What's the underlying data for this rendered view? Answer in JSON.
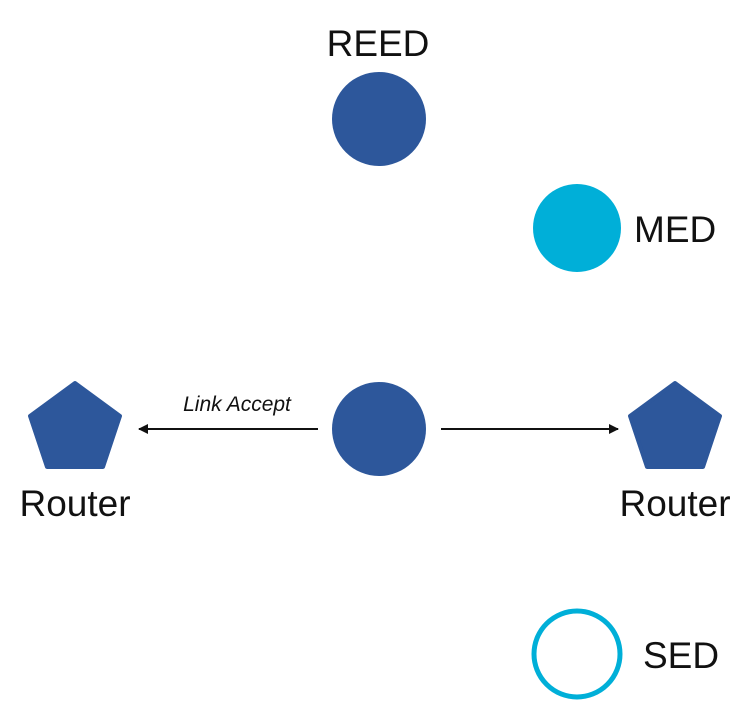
{
  "colors": {
    "router": "#2d579b",
    "reed": "#2d579b",
    "center": "#2d579b",
    "med": "#00afd8",
    "sed_stroke": "#00afd8",
    "arrow": "#111111"
  },
  "nodes": {
    "reed": {
      "label": "REED",
      "shape": "filled-circle"
    },
    "med": {
      "label": "MED",
      "shape": "filled-circle"
    },
    "center": {
      "label": "",
      "shape": "filled-circle"
    },
    "router_left": {
      "label": "Router",
      "shape": "pentagon"
    },
    "router_right": {
      "label": "Router",
      "shape": "pentagon"
    },
    "sed": {
      "label": "SED",
      "shape": "hollow-circle"
    }
  },
  "edges": {
    "left": {
      "label": "Link Accept"
    },
    "right": {
      "label": ""
    }
  }
}
